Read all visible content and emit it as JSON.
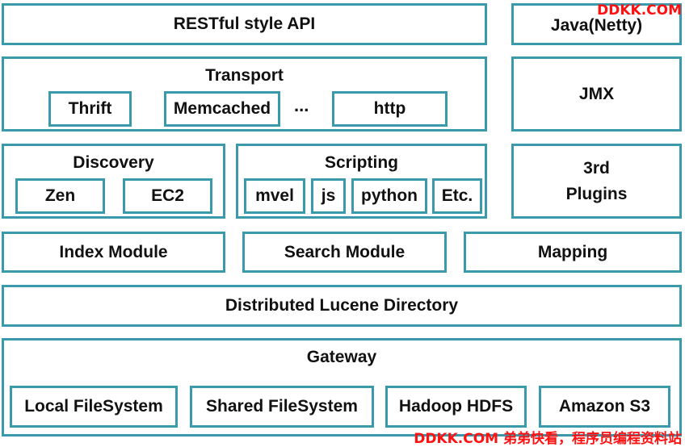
{
  "layers": {
    "restful": "RESTful style API",
    "java": "Java(Netty)",
    "transport": {
      "title": "Transport",
      "items": [
        "Thrift",
        "Memcached",
        "http"
      ],
      "ellipsis": "..."
    },
    "jmx": "JMX",
    "discovery": {
      "title": "Discovery",
      "items": [
        "Zen",
        "EC2"
      ]
    },
    "scripting": {
      "title": "Scripting",
      "items": [
        "mvel",
        "js",
        "python",
        "Etc."
      ]
    },
    "plugins": {
      "line1": "3rd",
      "line2": "Plugins"
    },
    "index_module": "Index Module",
    "search_module": "Search Module",
    "mapping": "Mapping",
    "lucene": "Distributed Lucene Directory",
    "gateway": {
      "title": "Gateway",
      "items": [
        "Local FileSystem",
        "Shared FileSystem",
        "Hadoop HDFS",
        "Amazon S3"
      ]
    }
  },
  "watermark": {
    "top": "DDKK.COM",
    "bottom": "DDKK.COM 弟弟快看，程序员编程资料站"
  },
  "colors": {
    "border": "#3a99ab",
    "watermark": "#ff1111",
    "text": "#111111"
  }
}
